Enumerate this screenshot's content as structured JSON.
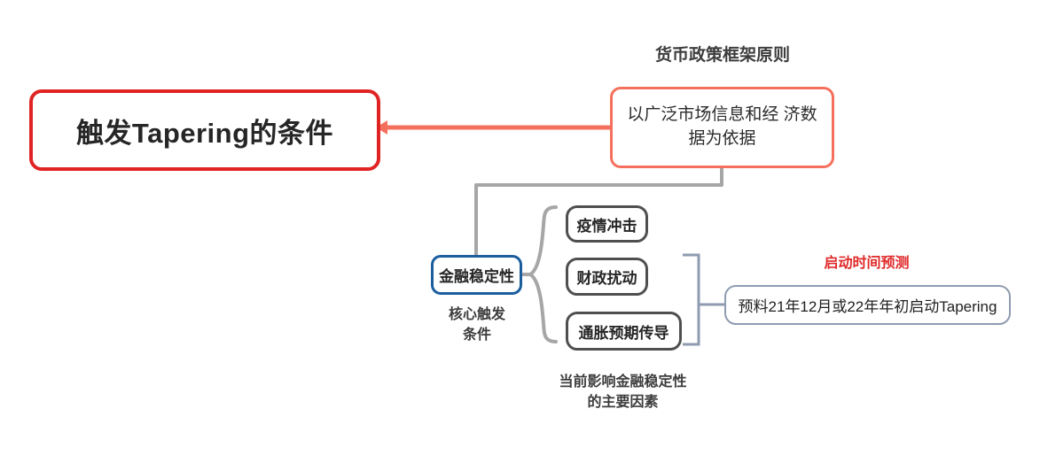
{
  "diagram": {
    "type": "mind-map",
    "root": {
      "label": "触发Tapering的条件",
      "border_color": "#e02424"
    },
    "branch_principle": {
      "caption": "货币政策框架原则",
      "node_label": "以广泛市场信息和经\n济数据为依据",
      "border_color": "#f4705c"
    },
    "branch_stability": {
      "node_label": "金融稳定性",
      "caption": "核心触发\n条件",
      "border_color": "#1b5e9e"
    },
    "branch_factors": {
      "caption": "当前影响金融稳定性\n的主要因素",
      "items": [
        {
          "label": "疫情冲击"
        },
        {
          "label": "财政扰动"
        },
        {
          "label": "通胀预期传导"
        }
      ],
      "border_color": "#4f4f4f"
    },
    "branch_forecast": {
      "caption": "启动时间预测",
      "caption_color": "#e02a2a",
      "node_label": "预料21年12月或22年年初启动Tapering",
      "border_color": "#8f9bb0"
    },
    "connectors": {
      "root_to_principle_color": "#f4705c",
      "principle_to_stability_color": "#a6a6a6",
      "stability_brace_color": "#a6a6a6",
      "factors_to_forecast_color": "#8f9bb0"
    }
  }
}
